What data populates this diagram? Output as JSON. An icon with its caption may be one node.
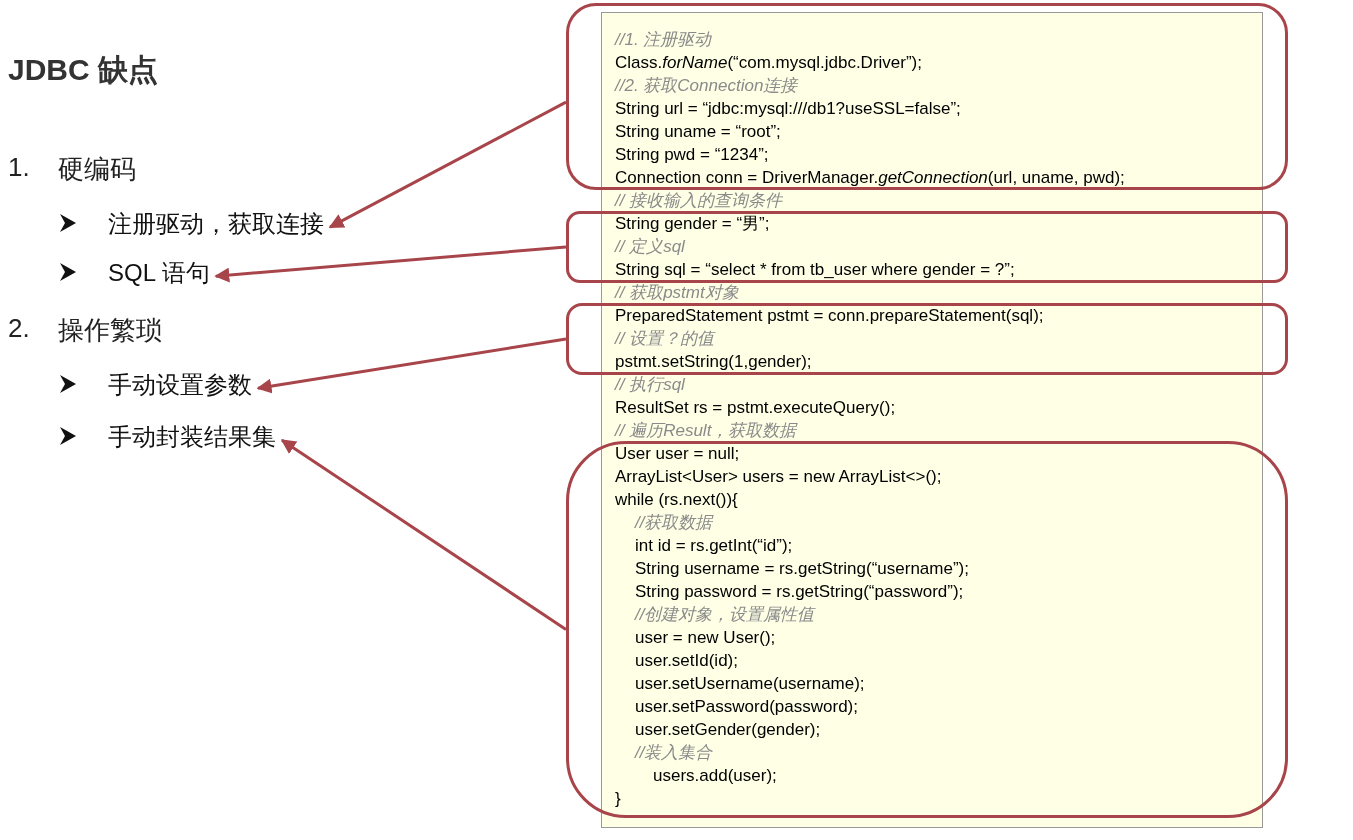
{
  "diagram": {
    "title": "JDBC 缺点",
    "nodes": [
      {
        "text": [
          "注册驱动，获取连接"
        ]
      },
      {
        "text": [
          "SQL 语句"
        ]
      },
      {
        "text": [
          "手动设置参数"
        ]
      },
      {
        "text": [
          "手动封装结果集"
        ]
      },
      {
        "text": [
          "// 接收输入的查询条件",
          "// 获取pstmt对象",
          "// 执行sql",
          "ResultSet rs = pstmt.executeQuery();",
          "// 遍历Result，获取数据"
        ]
      },
      {
        "text": [
          "//1. 注册驱动",
          "Class.*forName*(“com.mysql.jdbc.Driver”);",
          "//2. 获取Connection连接",
          "String url = “jdbc:mysql:///db1?useSSL=false”;",
          "String uname = “root”;",
          "String pwd = “1234”;",
          "Connection conn = DriverManager.*getConnection*(url, uname, pwd);"
        ]
      },
      {
        "text": [
          "String gender = “男”;",
          "// 定义sql",
          "String sql = “select * from tb_user where gender = ?”;"
        ]
      },
      {
        "text": [
          "PreparedStatement pstmt = conn.prepareStatement(sql);",
          "// 设置？的值",
          "pstmt.setString(1,gender);"
        ]
      },
      {
        "text": [
          "User user = null;",
          "ArrayList<User> users = new ArrayList<>();",
          "while (rs.next()){",
          "//获取数据",
          "int id = rs.getInt(“id”);",
          "String username = rs.getString(“username”);",
          "String password = rs.getString(“password”);",
          "//创建对象，设置属性值",
          "user = new User();",
          "user.setId(id);",
          "user.setUsername(username);",
          "user.setPassword(password);",
          "user.setGender(gender);",
          "//装入集合",
          "users.add(user);",
          "}"
        ]
      }
    ],
    "edges": [
      {
        "from": 5,
        "to": 0,
        "arrow": "to"
      },
      {
        "from": 6,
        "to": 1,
        "arrow": "to"
      },
      {
        "from": 7,
        "to": 2,
        "arrow": "to"
      },
      {
        "from": 8,
        "to": 3,
        "arrow": "to"
      }
    ],
    "labels": [
      "1.",
      "硬编码",
      "2.",
      "操作繁琐"
    ]
  }
}
